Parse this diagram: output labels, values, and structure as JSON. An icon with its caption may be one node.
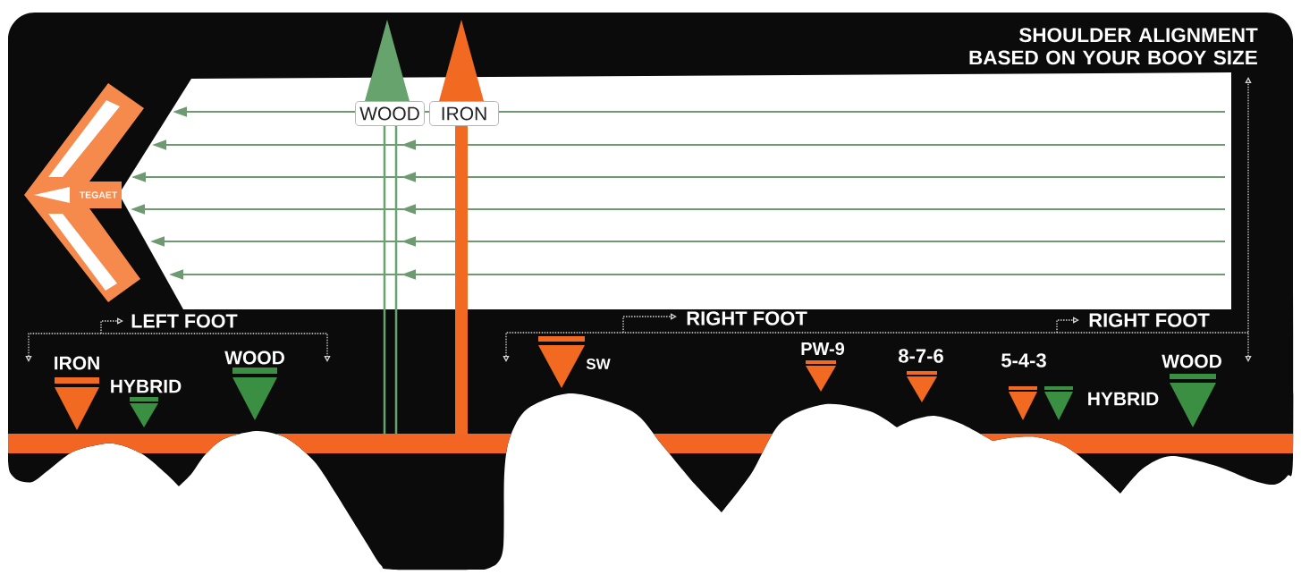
{
  "diagram": {
    "nodes": [
      {
        "text": [
          "TEGAET"
        ]
      },
      {
        "text": [
          "WOOD"
        ]
      },
      {
        "text": [
          "IRON"
        ]
      }
    ],
    "labels": [
      "SHOULDER ALIGNMENT BASED ON YOUR BOOY SIZE",
      "LEFT FOOT",
      "RIGHT FOOT",
      "RIGHT FOOT",
      "IRON",
      "HYBRID",
      "WOOD",
      "SW",
      "PW-9",
      "8-7-6",
      "5-4-3",
      "HYBRID",
      "WOOD"
    ]
  }
}
